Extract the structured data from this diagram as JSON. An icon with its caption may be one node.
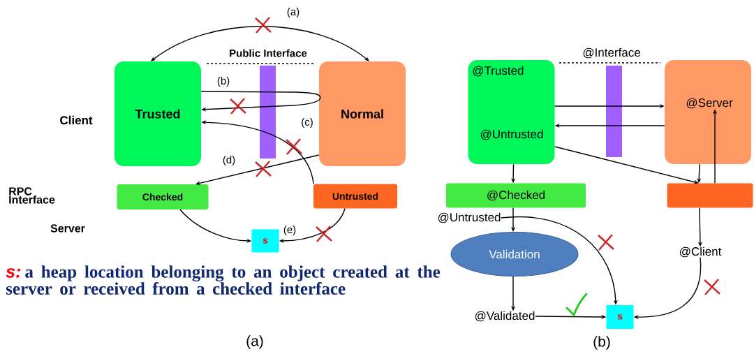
{
  "diagram": {
    "nodes": [
      {
        "text": [
          "Trusted"
        ]
      },
      {
        "text": [
          "Normal"
        ]
      },
      {
        "text": [
          "Checked"
        ]
      },
      {
        "text": [
          "Untrusted"
        ]
      },
      {
        "text": [
          "s"
        ]
      },
      {
        "text": [
          "@Trusted",
          "@Untrusted"
        ]
      },
      {
        "text": [
          "@Server"
        ]
      },
      {
        "text": [
          "@Checked"
        ]
      },
      {
        "text": [],
        "shape": "bar"
      },
      {
        "text": [
          "@Untrusted"
        ]
      },
      {
        "text": [
          "Validation"
        ]
      },
      {
        "text": [
          "@Validated"
        ]
      },
      {
        "text": [
          "s"
        ]
      },
      {
        "text": [
          "@Client"
        ]
      }
    ],
    "edges": [
      {
        "from": 0,
        "to": 1,
        "arrow": "both",
        "label": "(a)"
      },
      {
        "from": 0,
        "to": 1,
        "arrow": "none",
        "label": "(b)"
      },
      {
        "from": 3,
        "to": 0,
        "arrow": "to",
        "label": "(c)"
      },
      {
        "from": 1,
        "to": 2,
        "arrow": "to",
        "label": "(d)"
      },
      {
        "from": 2,
        "to": 4,
        "arrow": "to"
      },
      {
        "from": 3,
        "to": 4,
        "arrow": "to",
        "label": "(e)"
      },
      {
        "from": 5,
        "to": 6,
        "arrow": "to"
      },
      {
        "from": 6,
        "to": 5,
        "arrow": "to"
      },
      {
        "from": 5,
        "to": 7,
        "arrow": "to"
      },
      {
        "from": 5,
        "to": 8,
        "arrow": "to"
      },
      {
        "from": 6,
        "to": 8,
        "arrow": "to"
      },
      {
        "from": 8,
        "to": 6,
        "arrow": "to"
      },
      {
        "from": 7,
        "to": 10,
        "arrow": "to"
      },
      {
        "from": 10,
        "to": 11,
        "arrow": "to"
      },
      {
        "from": 11,
        "to": 12,
        "arrow": "to"
      },
      {
        "from": 9,
        "to": 12,
        "arrow": "to"
      },
      {
        "from": 8,
        "to": 13,
        "arrow": "to"
      },
      {
        "from": 13,
        "to": 12,
        "arrow": "to"
      },
      {
        "from": 1,
        "to": 0,
        "arrow": "to"
      }
    ],
    "labels": [
      "Public Interface",
      "Client",
      "RPC Interface",
      "Server",
      "s:",
      "a heap location belonging to an object created at the server or received from a checked interface",
      "(a)",
      "@Interface",
      "(b)"
    ]
  }
}
